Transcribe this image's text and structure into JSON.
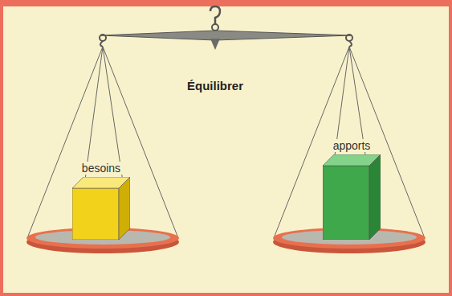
{
  "diagram": {
    "title": "Équilibrer",
    "nodes": [
      {
        "text": [
          "besoins"
        ]
      },
      {
        "text": [
          "apports"
        ]
      }
    ]
  }
}
